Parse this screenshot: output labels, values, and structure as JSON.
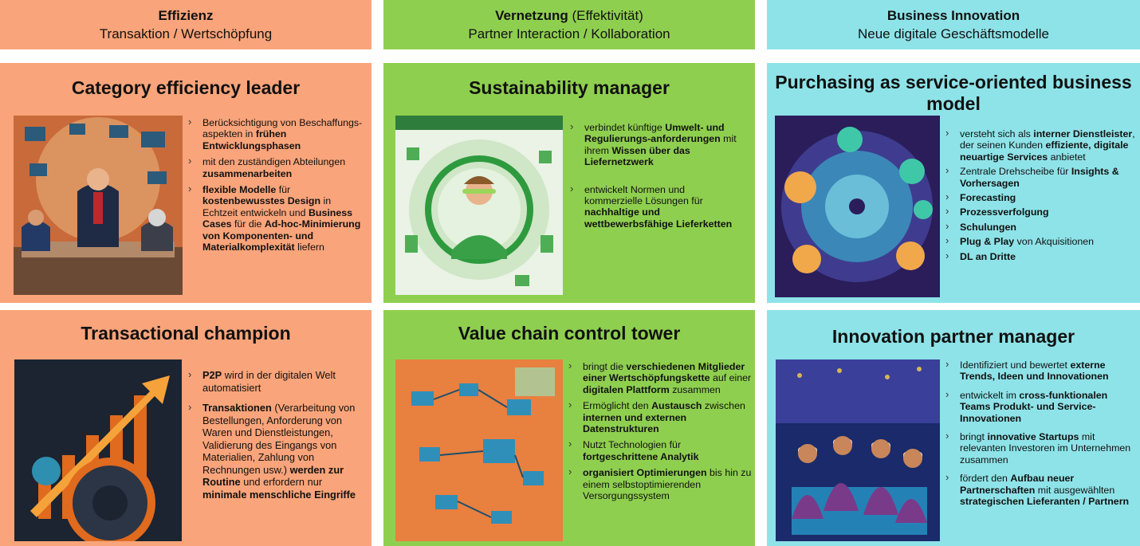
{
  "columns": [
    {
      "title_bold": "Effizienz",
      "title_rest": "",
      "subtitle": "Transaktion / Wertschöpfung",
      "color": "#f9a47a"
    },
    {
      "title_bold": "Vernetzung",
      "title_rest": " (Effektivität)",
      "subtitle": "Partner Interaction / Kollaboration",
      "color": "#8fcf4f"
    },
    {
      "title_bold": "Business Innovation",
      "title_rest": "",
      "subtitle": "Neue digitale Geschäftsmodelle",
      "color": "#8ee3e8"
    }
  ],
  "cards": {
    "category": {
      "title": "Category efficiency leader",
      "bullets": [
        [
          {
            "t": "Berücksichtigung von Beschaffungs-aspekten in "
          },
          {
            "t": "frühen Entwicklungsphasen",
            "b": true
          }
        ],
        [
          {
            "t": "mit den zuständigen Abteilungen "
          },
          {
            "t": "zusammenarbeiten",
            "b": true
          }
        ],
        [
          {
            "t": "flexible Modelle",
            "b": true
          },
          {
            "t": " für "
          },
          {
            "t": "kostenbewusstes Design",
            "b": true
          },
          {
            "t": " in Echtzeit entwickeln und "
          },
          {
            "t": "Business Cases",
            "b": true
          },
          {
            "t": " für die "
          },
          {
            "t": "Ad-hoc-Minimierung von Komponenten- und Materialkomplexität",
            "b": true
          },
          {
            "t": " liefern"
          }
        ]
      ]
    },
    "sustainability": {
      "title": "Sustainability manager",
      "bullets": [
        [
          {
            "t": "verbindet künftige "
          },
          {
            "t": "Umwelt- und Regulierungs-anforderungen",
            "b": true
          },
          {
            "t": " mit ihrem "
          },
          {
            "t": "Wissen über das Liefernetzwerk",
            "b": true
          }
        ],
        [
          {
            "t": "entwickelt Normen und kommerzielle Lösungen für "
          },
          {
            "t": "nachhaltige und wettbewerbsfähige Lieferketten",
            "b": true
          }
        ]
      ]
    },
    "purchasing": {
      "title": "Purchasing as service-oriented business model",
      "bullets": [
        [
          {
            "t": "versteht sich als "
          },
          {
            "t": "interner Dienstleister",
            "b": true
          },
          {
            "t": ", der seinen Kunden "
          },
          {
            "t": "effiziente, digitale neuartige Services",
            "b": true
          },
          {
            "t": " anbietet"
          }
        ],
        [
          {
            "t": "Zentrale Drehscheibe für "
          },
          {
            "t": "Insights & Vorhersagen",
            "b": true
          }
        ],
        [
          {
            "t": "Forecasting",
            "b": true
          }
        ],
        [
          {
            "t": "Prozessverfolgung",
            "b": true
          }
        ],
        [
          {
            "t": "Schulungen",
            "b": true
          }
        ],
        [
          {
            "t": "Plug & Play",
            "b": true
          },
          {
            "t": " von Akquisitionen"
          }
        ],
        [
          {
            "t": "DL an Dritte",
            "b": true
          }
        ]
      ]
    },
    "transactional": {
      "title": "Transactional champion",
      "bullets": [
        [
          {
            "t": "P2P",
            "b": true
          },
          {
            "t": " wird in der digitalen Welt automatisiert"
          }
        ],
        [
          {
            "t": "Transaktionen",
            "b": true
          },
          {
            "t": " (Verarbeitung von Bestellungen, Anforderung von Waren und Dienstleistungen, Validierung des Eingangs von Materialien, Zahlung von Rechnungen usw.) "
          },
          {
            "t": "werden zur Routine",
            "b": true
          },
          {
            "t": " und erfordern nur "
          },
          {
            "t": "minimale menschliche Eingriffe",
            "b": true
          }
        ]
      ]
    },
    "valuechain": {
      "title": "Value chain control tower",
      "bullets": [
        [
          {
            "t": "bringt die "
          },
          {
            "t": "verschiedenen Mitglieder einer Wertschöpfungskette",
            "b": true
          },
          {
            "t": " auf einer "
          },
          {
            "t": "digitalen Plattform",
            "b": true
          },
          {
            "t": " zusammen"
          }
        ],
        [
          {
            "t": "Ermöglicht den "
          },
          {
            "t": "Austausch",
            "b": true
          },
          {
            "t": " zwischen "
          },
          {
            "t": "internen und externen Datenstrukturen",
            "b": true
          }
        ],
        [
          {
            "t": "Nutzt Technologien für "
          },
          {
            "t": "fortgeschrittene Analytik",
            "b": true
          }
        ],
        [
          {
            "t": "organisiert Optimierungen",
            "b": true
          },
          {
            "t": " bis hin zu einem selbstoptimierenden Versorgungssystem"
          }
        ]
      ]
    },
    "innovation": {
      "title": "Innovation partner manager",
      "bullets": [
        [
          {
            "t": "Identifiziert und bewertet "
          },
          {
            "t": "externe Trends, Ideen und Innovationen",
            "b": true
          }
        ],
        [
          {
            "t": "entwickelt im "
          },
          {
            "t": "cross-funktionalen Teams Produkt- und Service-Innovationen",
            "b": true
          }
        ],
        [
          {
            "t": "bringt "
          },
          {
            "t": "innovative Startups",
            "b": true
          },
          {
            "t": " mit relevanten Investoren im Unternehmen zusammen"
          }
        ],
        [
          {
            "t": "fördert den "
          },
          {
            "t": "Aufbau neuer Partnerschaften",
            "b": true
          },
          {
            "t": " mit ausgewählten "
          },
          {
            "t": "strategischen Lieferanten / Partnern",
            "b": true
          }
        ]
      ]
    }
  }
}
